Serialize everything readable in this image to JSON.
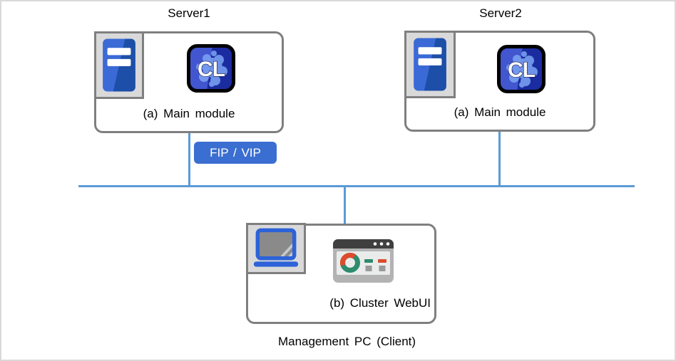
{
  "diagram": {
    "server1": {
      "title": "Server1",
      "caption": "(a) Main module"
    },
    "server2": {
      "title": "Server2",
      "caption": "(a) Main module"
    },
    "badge": {
      "label": "FIP / VIP"
    },
    "management": {
      "caption": "(b) Cluster WebUI",
      "label": "Management PC (Client)"
    },
    "icons": {
      "server_tower": "server-tower-icon",
      "cl_app": "cl-app-icon",
      "cl_label": "CL",
      "laptop": "laptop-icon",
      "browser_dashboard": "browser-dashboard-icon"
    },
    "colors": {
      "network_line": "#5b9bd5",
      "badge_bg": "#3b6ed1",
      "badge_text": "#ffffff",
      "box_border": "#7f7f7f",
      "box_fill": "#ffffff",
      "icon_box_bg": "#d9d9d9",
      "page_frame": "#d9d9d9",
      "server_blue_dark": "#1d4fa8",
      "server_blue_light": "#3a6ad6",
      "cl_blue_light": "#4156cf",
      "cl_blue_dark": "#1b2ca0",
      "cl_blob": "#7ca4f4",
      "laptop_blue": "#2d62d8",
      "browser_titlebar": "#3f3f3f",
      "browser_body": "#b3b3b3",
      "browser_content": "#e9eceb",
      "donut_teal": "#2e8b6e",
      "donut_red": "#dd4c2c",
      "text": "#000000"
    }
  }
}
